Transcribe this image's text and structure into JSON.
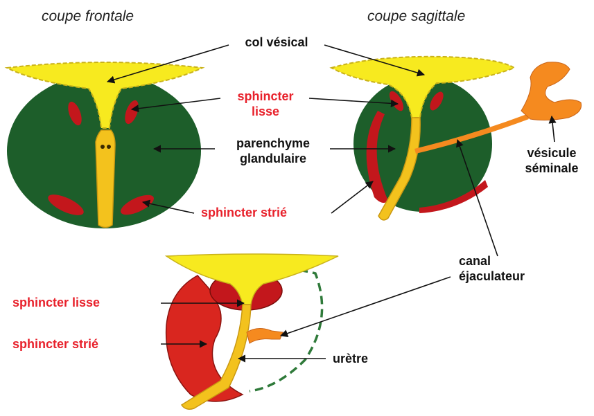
{
  "headings": {
    "frontal": "coupe frontale",
    "sagittal": "coupe sagittale"
  },
  "labels": {
    "col_vesical": "col vésical",
    "sphincter_lisse_1": "sphincter",
    "sphincter_lisse_2": "lisse",
    "parenchyme_1": "parenchyme",
    "parenchyme_2": "glandulaire",
    "sphincter_strie_top": "sphincter strié",
    "vesicule_1": "vésicule",
    "vesicule_2": "séminale",
    "canal_1": "canal",
    "canal_2": "éjaculateur",
    "sphincter_lisse_bottom": "sphincter lisse",
    "sphincter_strie_bottom": "sphincter strié",
    "uretre": "urètre"
  },
  "colors": {
    "parenchyme": "#1d5e2a",
    "bladder": "#f7ea1f",
    "urethra": "#f3c21d",
    "sphincter": "#c3171c",
    "vesicule": "#f58a1f",
    "label_red": "#e8212b",
    "dashed_outline": "#2f7a3a"
  }
}
